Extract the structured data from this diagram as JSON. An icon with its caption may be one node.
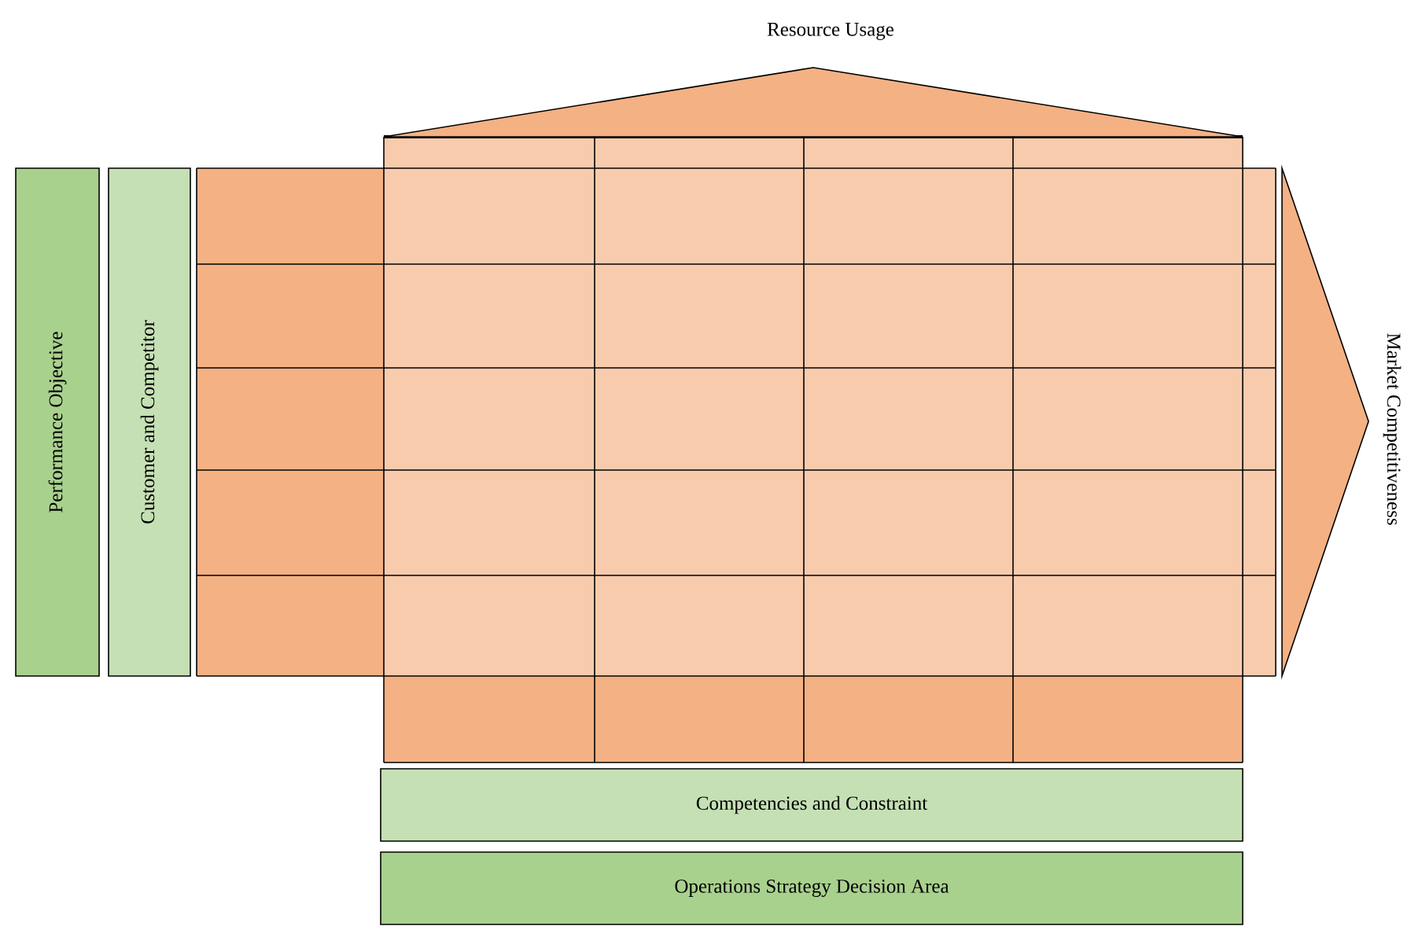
{
  "diagram": {
    "nodes": [
      {
        "text": [
          "Resource Usage"
        ]
      },
      {
        "text": [
          "Performance Objective"
        ]
      },
      {
        "text": [
          "Customer and Competitor"
        ]
      },
      {
        "text": [
          "Market Competitiveness"
        ]
      },
      {
        "text": [
          "Competencies and Constraint"
        ]
      },
      {
        "text": [
          "Operations Strategy Decision Area"
        ]
      }
    ]
  }
}
